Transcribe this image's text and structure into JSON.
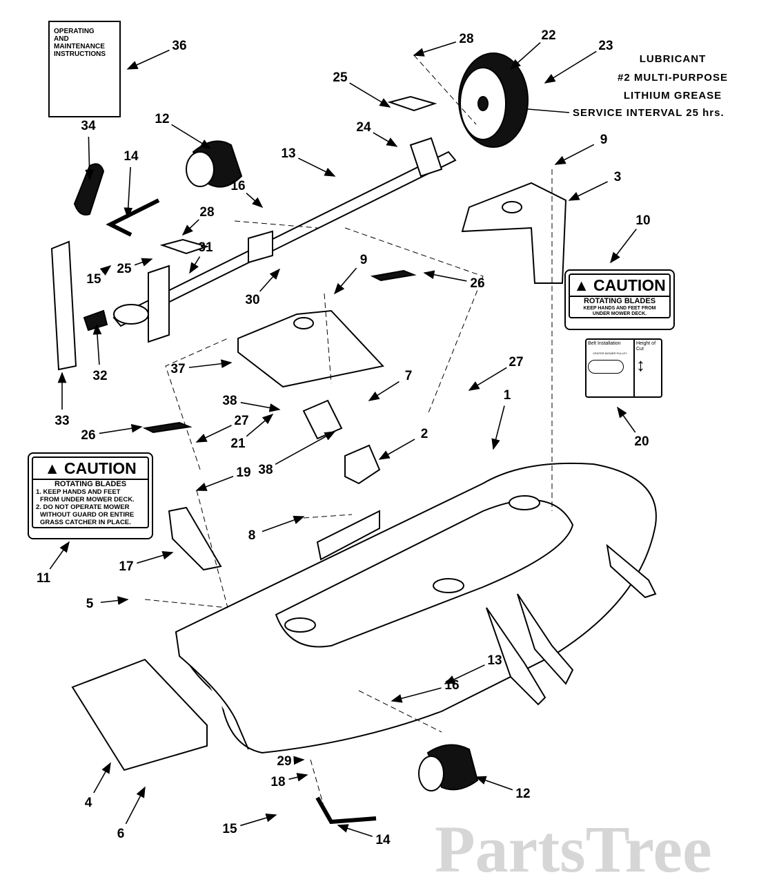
{
  "watermark": "PartsTree",
  "manual": {
    "line1": "OPERATING",
    "line2": "AND",
    "line3": "MAINTENANCE",
    "line4": "INSTRUCTIONS"
  },
  "lubricant": {
    "line1": "LUBRICANT",
    "line2": "#2 MULTI-PURPOSE",
    "line3": "LITHIUM GREASE",
    "line4": "SERVICE INTERVAL  25 hrs."
  },
  "decal_10": {
    "title": "CAUTION",
    "subtitle": "ROTATING BLADES",
    "line1": "KEEP HANDS AND FEET FROM",
    "line2": "UNDER MOWER DECK."
  },
  "decal_11": {
    "title": "CAUTION",
    "subtitle": "ROTATING BLADES",
    "line1": "1. KEEP HANDS AND FEET",
    "line2": "FROM UNDER MOWER DECK.",
    "line3": "2. DO NOT OPERATE MOWER",
    "line4": "WITHOUT GUARD OR ENTIRE",
    "line5": "GRASS CATCHER IN PLACE."
  },
  "decal_20": {
    "left_title": "Belt Installation",
    "center_label": "CENTER MOWER PULLEY",
    "right_title": "Height of Cut"
  },
  "callouts": [
    "36",
    "28",
    "22",
    "23",
    "25",
    "24",
    "12",
    "14",
    "34",
    "13",
    "16",
    "9",
    "3",
    "28",
    "31",
    "15",
    "25",
    "30",
    "9",
    "26",
    "10",
    "32",
    "33",
    "37",
    "27",
    "7",
    "38",
    "26",
    "27",
    "1",
    "20",
    "21",
    "2",
    "38",
    "19",
    "11",
    "17",
    "8",
    "5",
    "16",
    "13",
    "29",
    "18",
    "12",
    "4",
    "6",
    "15",
    "14"
  ]
}
